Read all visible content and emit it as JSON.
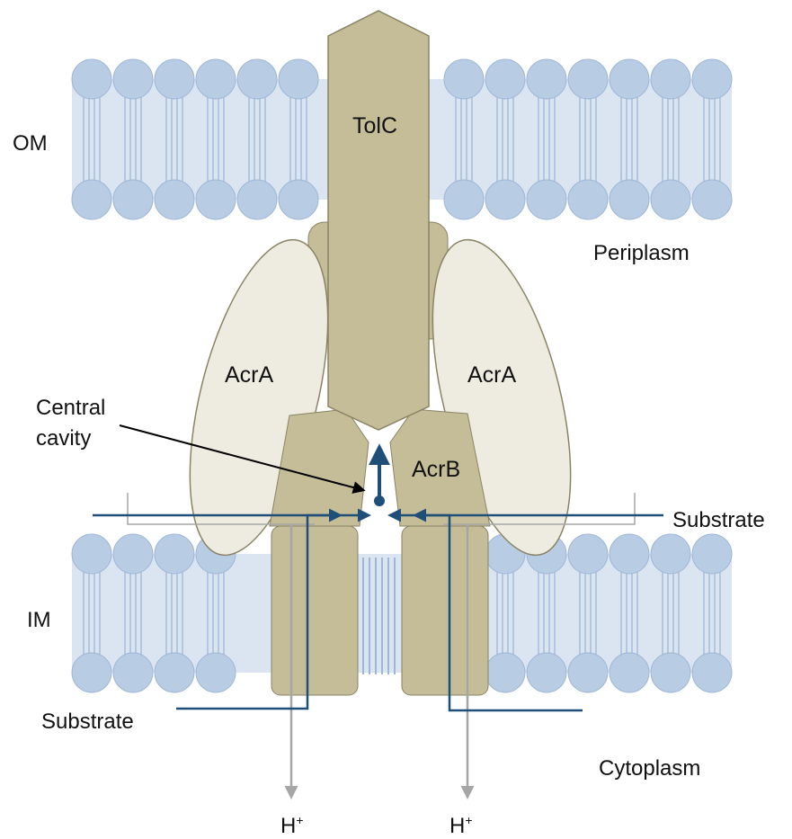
{
  "labels": {
    "om": "OM",
    "im": "IM",
    "periplasm": "Periplasm",
    "cytoplasm": "Cytoplasm",
    "tolc": "TolC",
    "acra_left": "AcrA",
    "acra_right": "AcrA",
    "acrb": "AcrB",
    "central_cavity_line1": "Central",
    "central_cavity_line2": "cavity",
    "substrate_right": "Substrate",
    "substrate_left": "Substrate",
    "proton_left": "H",
    "proton_right": "H",
    "proton_charge": "+"
  },
  "colors": {
    "lipid_head": "#b8cce4",
    "lipid_head_stroke": "#9fb7d6",
    "lipid_tail": "#a9bfdc",
    "membrane_core": "#dbe5f1",
    "protein": "#c4bd97",
    "protein_stroke": "#8a8466",
    "acra_fill": "#eeece1",
    "pathway": "#1f4e79",
    "proton": "#a6a6a6",
    "pointer": "#000000"
  }
}
